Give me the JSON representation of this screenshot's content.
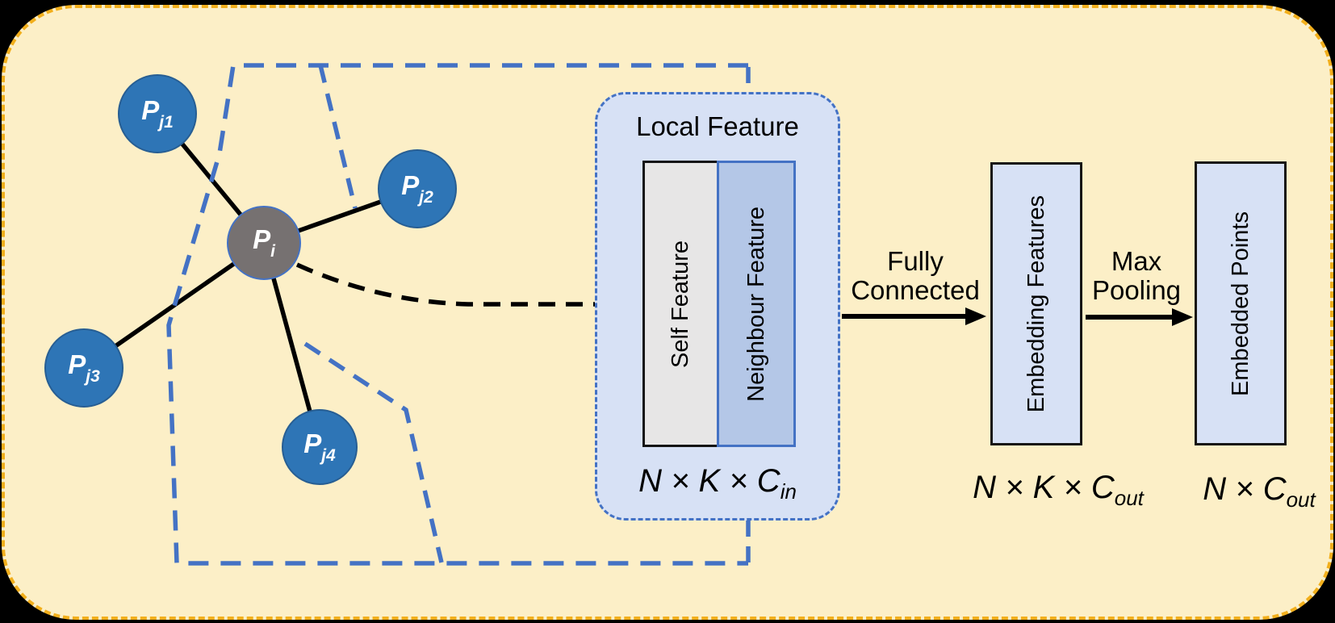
{
  "colors": {
    "outside_background": "#000000",
    "canvas_fill": "#FCEFC7",
    "canvas_border": "#F2AF1C",
    "dashed_blue": "#4472C4",
    "node_blue_fill": "#2E75B6",
    "node_blue_border": "#275E93",
    "node_gray_fill": "#767171",
    "local_feature_fill": "#D7E1F5",
    "self_column_fill": "#E7E6E6",
    "neighbour_column_fill": "#B4C7E7",
    "pipeline_box_fill": "#D7E1F5",
    "arrow_black": "#000000"
  },
  "graph": {
    "center_node": {
      "main": "P",
      "sub": "i"
    },
    "neighbors": [
      {
        "main": "P",
        "sub": "j1"
      },
      {
        "main": "P",
        "sub": "j2"
      },
      {
        "main": "P",
        "sub": "j3"
      },
      {
        "main": "P",
        "sub": "j4"
      }
    ]
  },
  "local_feature": {
    "title": "Local Feature",
    "self_column": "Self Feature",
    "neighbour_column": "Neighbour Feature",
    "dim": {
      "main": "N × K × C",
      "sub": "in"
    }
  },
  "fully_connected": {
    "line1": "Fully",
    "line2": "Connected"
  },
  "embedding": {
    "label": "Embedding Features",
    "dim": {
      "main": "N × K × C",
      "sub": "out"
    }
  },
  "max_pooling": {
    "line1": "Max",
    "line2": "Pooling"
  },
  "embedded": {
    "label": "Embedded Points",
    "dim": {
      "main": "N × C",
      "sub": "out"
    }
  }
}
